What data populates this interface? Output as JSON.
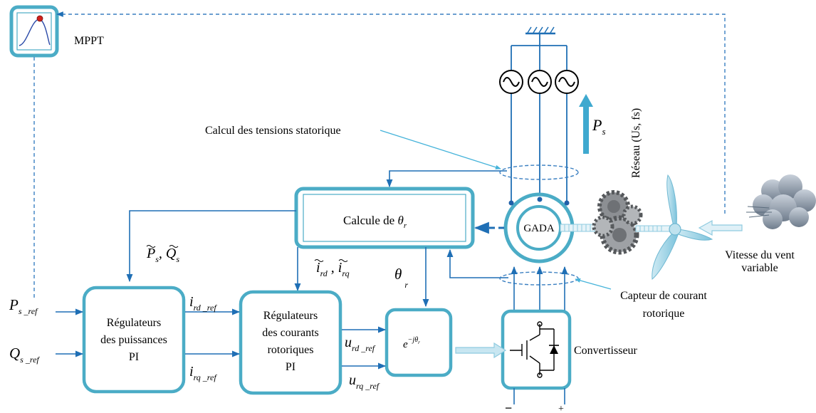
{
  "colors": {
    "frame": "#4bacc6",
    "arrow": "#1f6fb5",
    "light_arrow": "#8fcbe0",
    "dashed": "#3a7fc1",
    "node_dot": "#1f5fa8",
    "mppt_dot": "#d0201b"
  },
  "icons": [
    "mppt-curve-icon",
    "ground-icon",
    "ac-source-icon",
    "gearbox-icon",
    "wind-turbine-icon",
    "wind-cloud-icon",
    "igbt-icon",
    "diode-icon"
  ],
  "mppt": {
    "label": "MPPT"
  },
  "network": {
    "label": "Réseau (Us, fs)"
  },
  "power_arrow": {
    "symbol": "P",
    "subscript": "s"
  },
  "annotations": {
    "voltage_calc": "Calcul des tensions statorique",
    "current_sensor_line1": "Capteur de courant",
    "current_sensor_line2": "rotorique",
    "wind_line1": "Vitesse du vent",
    "wind_line2": "variable",
    "converter": "Convertisseur"
  },
  "blocks": {
    "theta_calc": {
      "text": "Calcule de ",
      "symbol": "θ",
      "subscript": "r"
    },
    "power_regulator": {
      "line1": "Régulateurs",
      "line2": "des puissances",
      "line3": "PI"
    },
    "current_regulator": {
      "line1": "Régulateurs",
      "line2": "des courants",
      "line3": "rotoriques",
      "line4": "PI"
    },
    "transform": {
      "base": "e",
      "exponent": "−jθ",
      "exponent_sub": "r"
    },
    "machine": {
      "label": "GADA"
    }
  },
  "signals": {
    "ps_ref": {
      "symbol": "P",
      "subscript": "s _ref"
    },
    "qs_ref": {
      "symbol": "Q",
      "subscript": "s _ref"
    },
    "ps_qs_est": {
      "p": "P",
      "p_sub": "s",
      "sep": ", ",
      "q": "Q",
      "q_sub": "s"
    },
    "ird_ref": {
      "symbol": "i",
      "subscript": "rd _ref"
    },
    "irq_ref": {
      "symbol": "i",
      "subscript": "rq _ref"
    },
    "ird_irq_meas": {
      "a": "i",
      "a_sub": "rd",
      "sep": " , ",
      "b": "i",
      "b_sub": "rq"
    },
    "theta_r": {
      "symbol": "θ",
      "subscript": "r"
    },
    "urd_ref": {
      "symbol": "u",
      "subscript": "rd _ref"
    },
    "urq_ref": {
      "symbol": "u",
      "subscript": "rq _ref"
    },
    "dc_minus": "−",
    "dc_plus": "+"
  }
}
